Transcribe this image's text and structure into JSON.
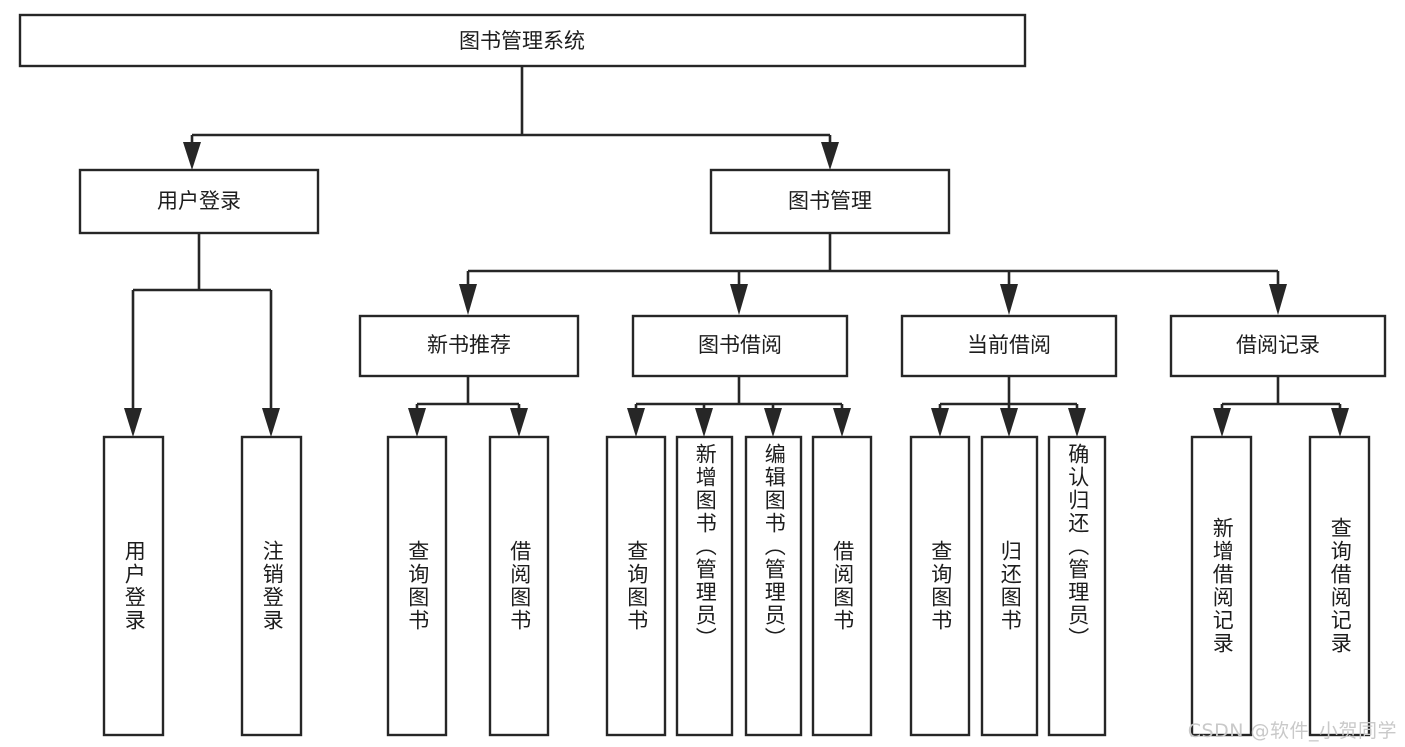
{
  "diagram": {
    "type": "tree-hierarchy-chart",
    "title": "图书管理系统",
    "watermark": "CSDN @软件_小贺同学",
    "colors": {
      "stroke": "#262626",
      "fill": "#ffffff",
      "text": "#1d1d1d",
      "watermark": "#c9c9c9",
      "background": "#ffffff"
    },
    "root": {
      "id": "root",
      "label": "图书管理系统",
      "orientation": "horizontal"
    },
    "level2": [
      {
        "id": "user-login",
        "label": "用户登录",
        "orientation": "horizontal"
      },
      {
        "id": "book-management",
        "label": "图书管理",
        "orientation": "horizontal"
      }
    ],
    "level3": [
      {
        "id": "new-book-recommend",
        "label": "新书推荐",
        "parent": "book-management",
        "orientation": "horizontal"
      },
      {
        "id": "book-borrow",
        "label": "图书借阅",
        "parent": "book-management",
        "orientation": "horizontal"
      },
      {
        "id": "current-borrow",
        "label": "当前借阅",
        "parent": "book-management",
        "orientation": "horizontal"
      },
      {
        "id": "borrow-record",
        "label": "借阅记录",
        "parent": "book-management",
        "orientation": "horizontal"
      }
    ],
    "leaves": [
      {
        "id": "leaf-user-login",
        "label": "用户登录",
        "parent": "user-login",
        "orientation": "vertical"
      },
      {
        "id": "leaf-user-logout",
        "label": "注销登录",
        "parent": "user-login",
        "orientation": "vertical"
      },
      {
        "id": "leaf-query-book-1",
        "label": "查询图书",
        "parent": "new-book-recommend",
        "orientation": "vertical"
      },
      {
        "id": "leaf-borrow-book-1",
        "label": "借阅图书",
        "parent": "new-book-recommend",
        "orientation": "vertical"
      },
      {
        "id": "leaf-query-book-2",
        "label": "查询图书",
        "parent": "book-borrow",
        "orientation": "vertical"
      },
      {
        "id": "leaf-add-book",
        "label": "新增图书（管理员）",
        "parent": "book-borrow",
        "orientation": "vertical"
      },
      {
        "id": "leaf-edit-book",
        "label": "编辑图书（管理员）",
        "parent": "book-borrow",
        "orientation": "vertical"
      },
      {
        "id": "leaf-borrow-book-2",
        "label": "借阅图书",
        "parent": "book-borrow",
        "orientation": "vertical"
      },
      {
        "id": "leaf-query-book-3",
        "label": "查询图书",
        "parent": "current-borrow",
        "orientation": "vertical"
      },
      {
        "id": "leaf-return-book",
        "label": "归还图书",
        "parent": "current-borrow",
        "orientation": "vertical"
      },
      {
        "id": "leaf-confirm-return",
        "label": "确认归还（管理员）",
        "parent": "current-borrow",
        "orientation": "vertical"
      },
      {
        "id": "leaf-add-record",
        "label": "新增借阅记录",
        "parent": "borrow-record",
        "orientation": "vertical"
      },
      {
        "id": "leaf-query-record",
        "label": "查询借阅记录",
        "parent": "borrow-record",
        "orientation": "vertical"
      }
    ]
  }
}
